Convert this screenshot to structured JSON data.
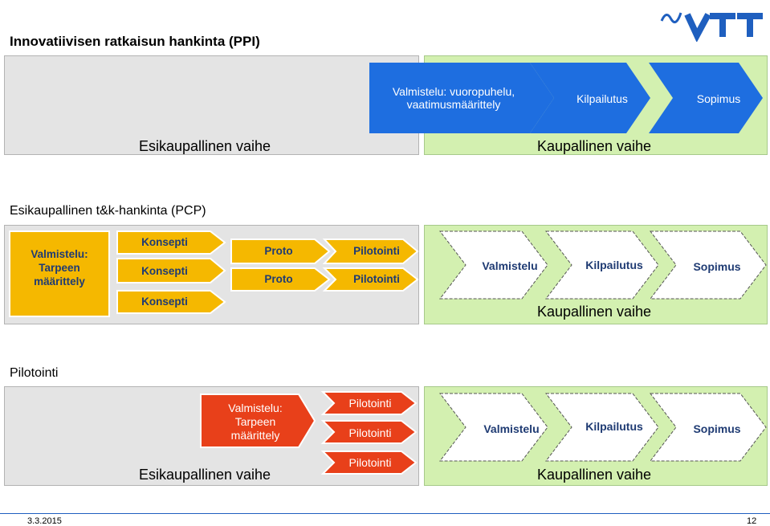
{
  "logo": {
    "text": "VTT",
    "color": "#1f5fbf"
  },
  "section_ppi": {
    "title": "Innovatiivisen ratkaisun hankinta (PPI)",
    "pre_phase": "Esikaupallinen vaihe",
    "commercial_phase": "Kaupallinen vaihe",
    "steps": [
      "Valmistelu: vuoropuhelu, vaatimusmäärittely",
      "Kilpailutus",
      "Sopimus"
    ]
  },
  "section_pcp": {
    "title": "Esikaupallinen t&k-hankinta (PCP)",
    "prep": "Valmistelu: Tarpeen määrittely",
    "concepts": [
      "Konsepti",
      "Konsepti",
      "Konsepti"
    ],
    "protos": [
      "Proto",
      "Proto"
    ],
    "pilots": [
      "Pilotointi",
      "Pilotointi"
    ],
    "steps": [
      "Valmistelu",
      "Kilpailutus",
      "Sopimus"
    ],
    "commercial_phase": "Kaupallinen vaihe"
  },
  "section_pilot": {
    "title": "Pilotointi",
    "prep": "Valmistelu: Tarpeen määrittely",
    "pilots": [
      "Pilotointi",
      "Pilotointi",
      "Pilotointi"
    ],
    "pre_phase": "Esikaupallinen vaihe",
    "steps": [
      "Valmistelu",
      "Kilpailutus",
      "Sopimus"
    ],
    "commercial_phase": "Kaupallinen vaihe"
  },
  "footer": {
    "date": "3.3.2015",
    "page": "12"
  },
  "colors": {
    "blue": "#1e6ee0",
    "orange": "#f5b800",
    "red": "#e8401a",
    "green_bg": "#d3f0b0",
    "grey_bg": "#e4e4e4"
  }
}
